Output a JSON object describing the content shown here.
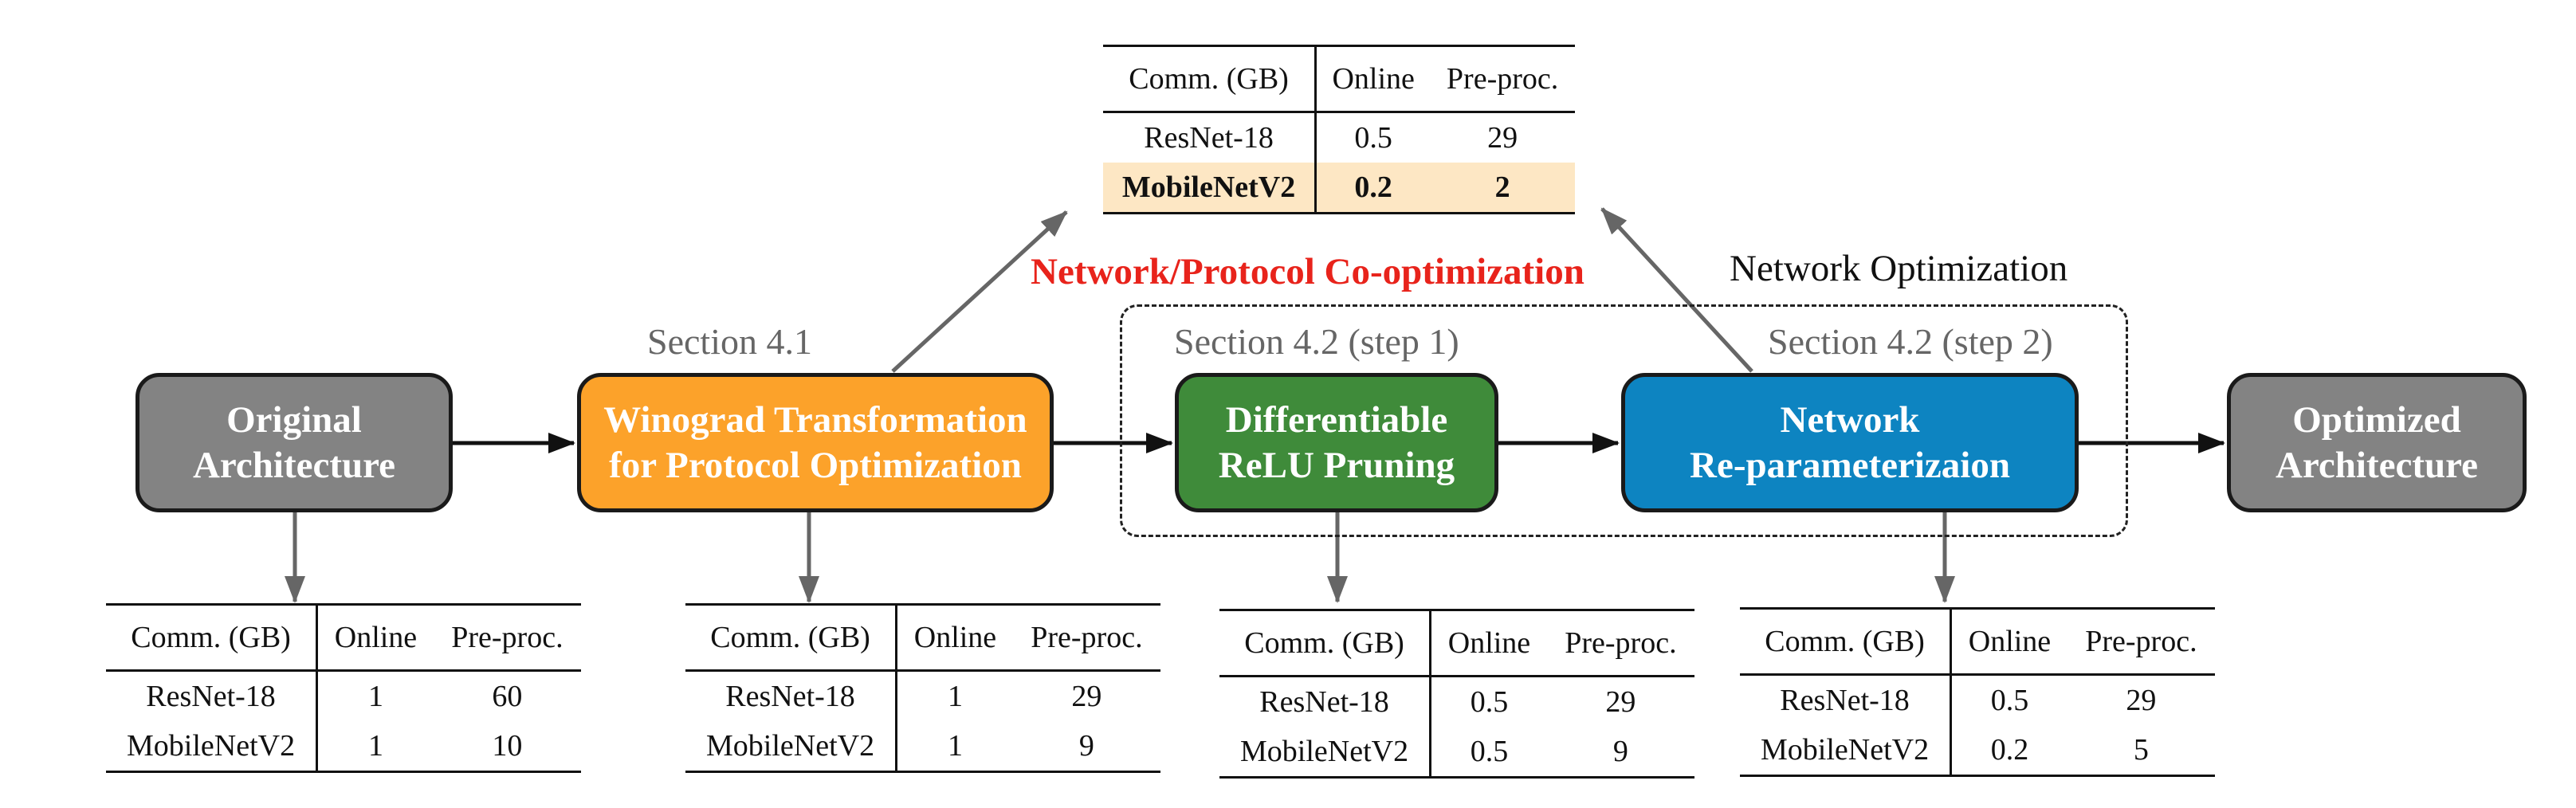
{
  "stages": {
    "original": [
      "Original",
      "Architecture"
    ],
    "winograd": [
      "Winograd Transformation",
      "for Protocol Optimization"
    ],
    "relu": [
      "Differentiable",
      "ReLU Pruning"
    ],
    "reparam": [
      "Network",
      "Re-parameterizaion"
    ],
    "optimized": [
      "Optimized",
      "Architecture"
    ]
  },
  "labels": {
    "section_4_1": "Section 4.1",
    "section_4_2_step1": "Section 4.2 (step 1)",
    "section_4_2_step2": "Section 4.2 (step 2)",
    "co_optimization": "Network/Protocol Co-optimization",
    "network_optimization": "Network Optimization"
  },
  "tables": {
    "top": {
      "headers": [
        "Comm. (GB)",
        "Online",
        "Pre-proc."
      ],
      "rows": [
        [
          "ResNet-18",
          "0.5",
          "29"
        ],
        [
          "MobileNetV2",
          "0.2",
          "2"
        ]
      ]
    },
    "original": {
      "headers": [
        "Comm. (GB)",
        "Online",
        "Pre-proc."
      ],
      "rows": [
        [
          "ResNet-18",
          "1",
          "60"
        ],
        [
          "MobileNetV2",
          "1",
          "10"
        ]
      ]
    },
    "winograd": {
      "headers": [
        "Comm. (GB)",
        "Online",
        "Pre-proc."
      ],
      "rows": [
        [
          "ResNet-18",
          "1",
          "29"
        ],
        [
          "MobileNetV2",
          "1",
          "9"
        ]
      ]
    },
    "relu": {
      "headers": [
        "Comm. (GB)",
        "Online",
        "Pre-proc."
      ],
      "rows": [
        [
          "ResNet-18",
          "0.5",
          "29"
        ],
        [
          "MobileNetV2",
          "0.5",
          "9"
        ]
      ]
    },
    "reparam": {
      "headers": [
        "Comm. (GB)",
        "Online",
        "Pre-proc."
      ],
      "rows": [
        [
          "ResNet-18",
          "0.5",
          "29"
        ],
        [
          "MobileNetV2",
          "0.2",
          "5"
        ]
      ]
    }
  }
}
